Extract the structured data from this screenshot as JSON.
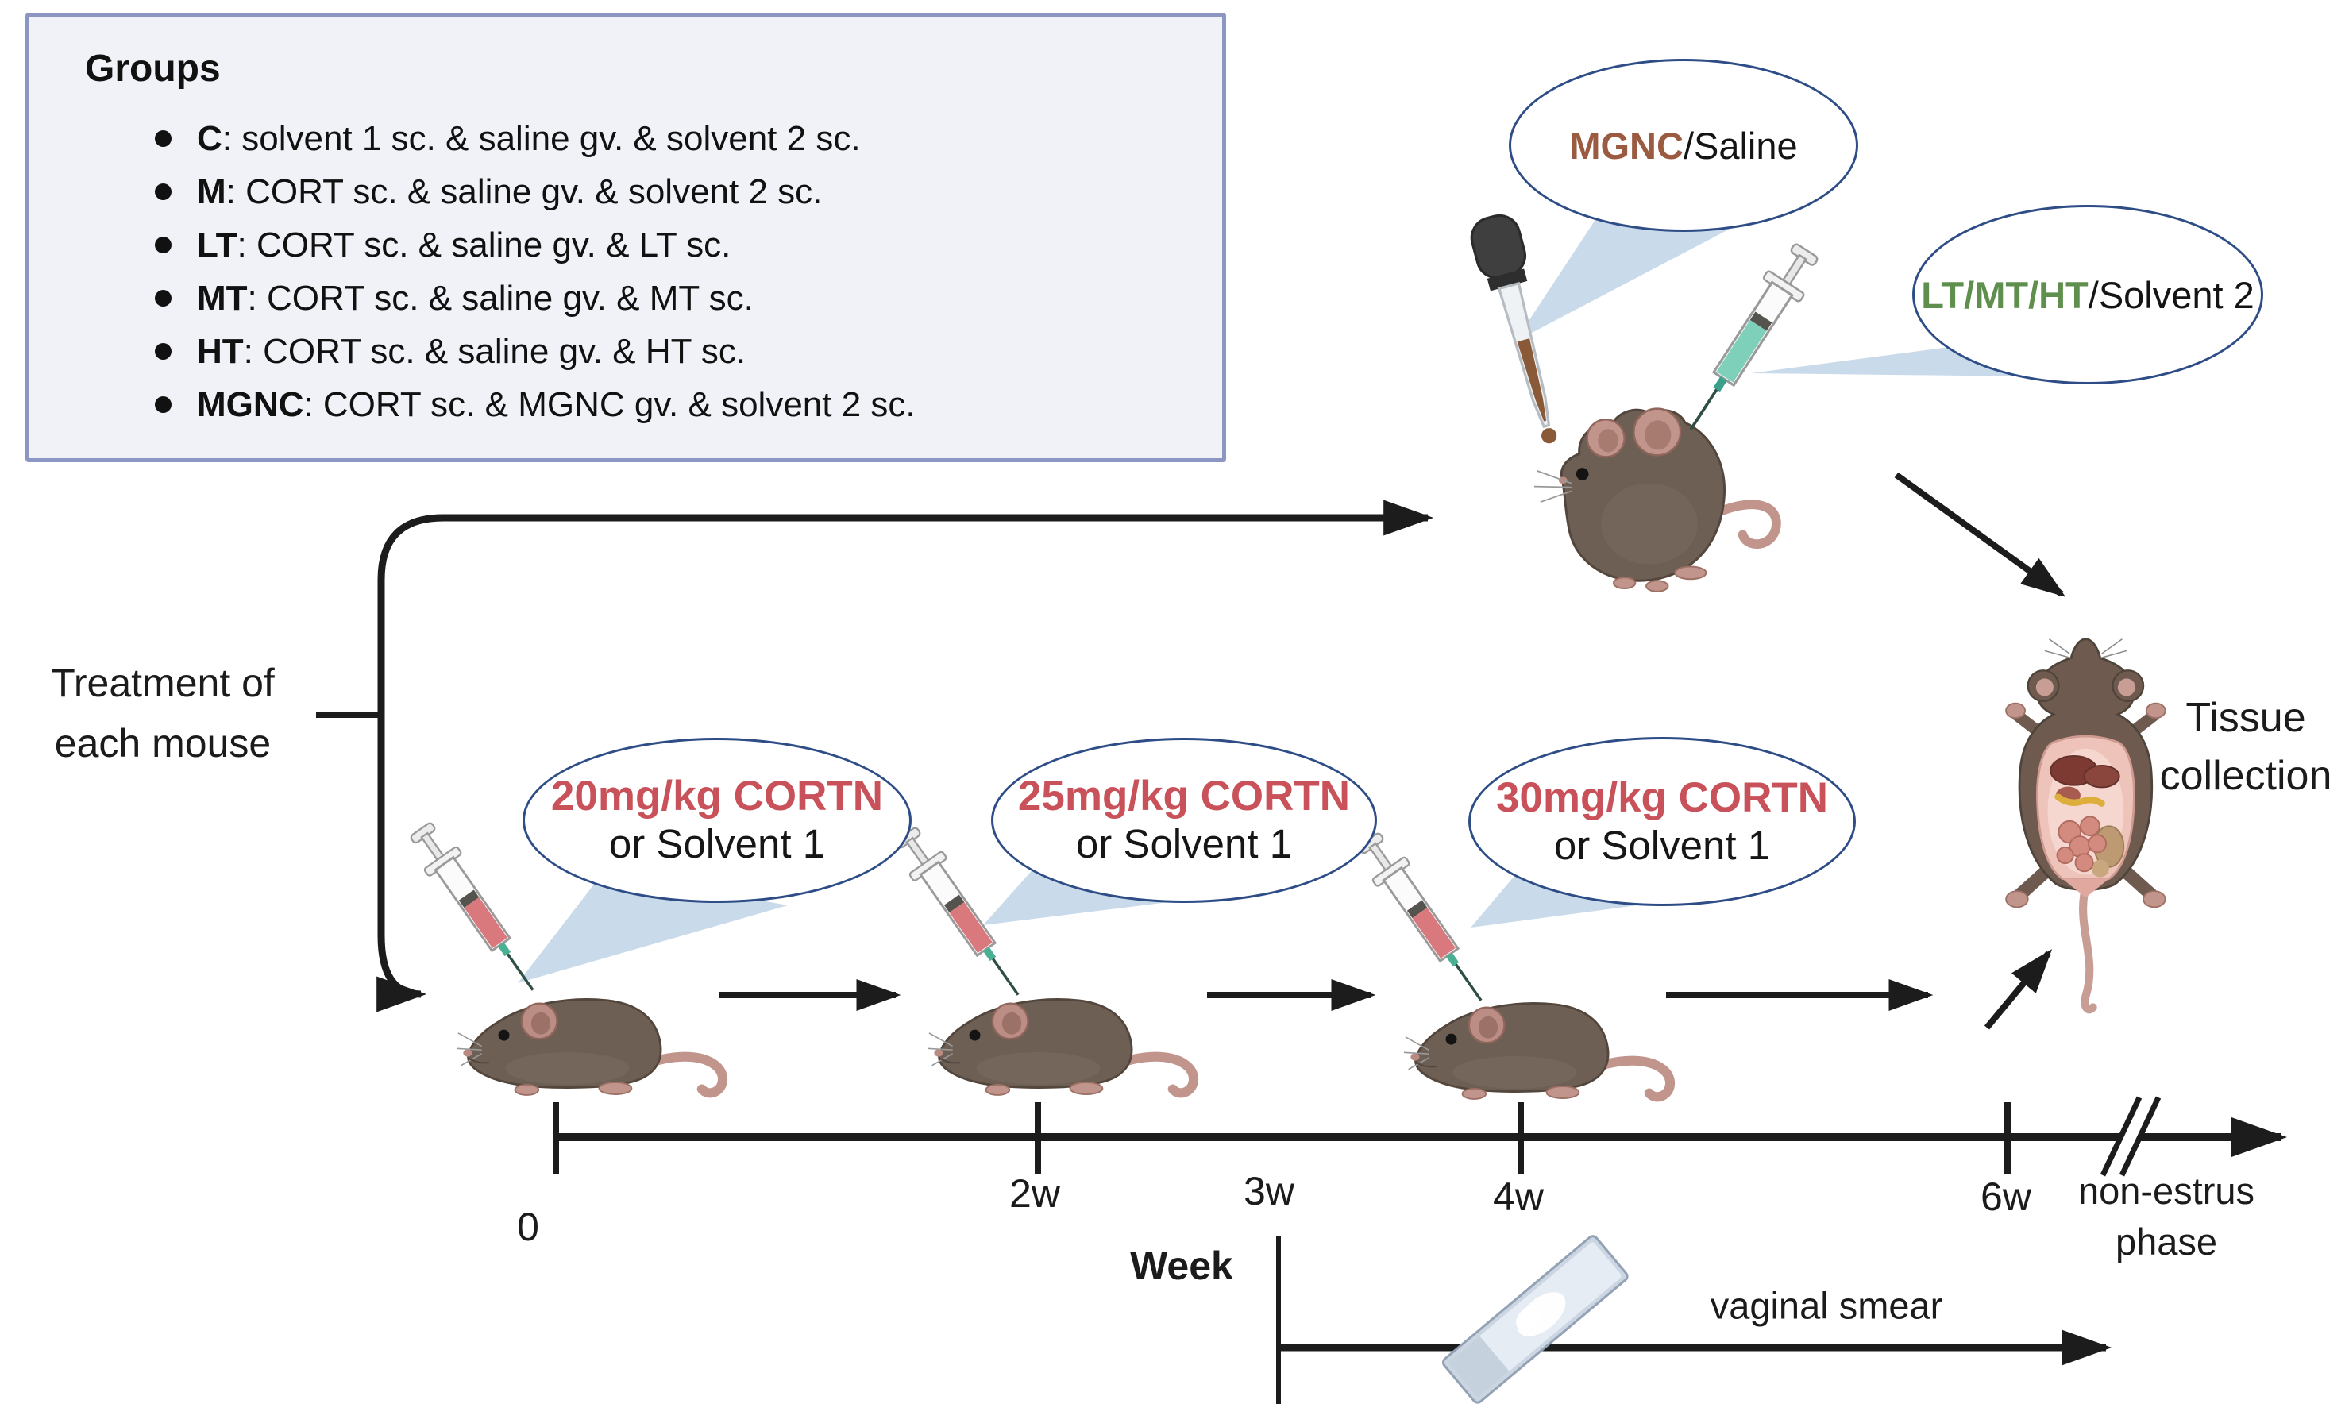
{
  "colors": {
    "accent_red": "#c8515a",
    "accent_green": "#5f8f4c",
    "accent_brown": "#9a5b40",
    "bubble_border": "#2e4d87",
    "callout_fill": "#c9daea",
    "box_border": "#8b96c2",
    "box_fill": "#f0f2f8",
    "line_color": "#1c1c1c"
  },
  "groups_box": {
    "title": "Groups",
    "items": [
      {
        "label": "C",
        "desc": ": solvent 1 sc. & saline gv. & solvent 2 sc."
      },
      {
        "label": "M",
        "desc": ": CORT sc. & saline gv. & solvent 2 sc."
      },
      {
        "label": "LT",
        "desc": ": CORT sc. & saline gv. & LT sc."
      },
      {
        "label": "MT",
        "desc": ": CORT sc. & saline gv. & MT sc."
      },
      {
        "label": "HT",
        "desc": ": CORT sc. & saline gv. & HT sc."
      },
      {
        "label": "MGNC",
        "desc": ": CORT sc. & MGNC gv. & solvent 2 sc."
      }
    ]
  },
  "treatment_label": {
    "line1": "Treatment of",
    "line2": "each mouse"
  },
  "top_bubbles": {
    "gavage": {
      "highlight": "MGNC",
      "rest": "/Saline"
    },
    "injection": {
      "highlight": "LT/MT/HT",
      "rest": "/Solvent 2"
    }
  },
  "dose_bubbles": [
    {
      "dose": "20mg/kg CORTN",
      "alt": "or Solvent 1"
    },
    {
      "dose": "25mg/kg CORTN",
      "alt": "or Solvent 1"
    },
    {
      "dose": "30mg/kg CORTN",
      "alt": "or Solvent 1"
    }
  ],
  "timeline": {
    "tick_labels": [
      "0",
      "2w",
      "3w",
      "4w",
      "6w"
    ],
    "end_line1": "non-estrus",
    "end_line2": "phase"
  },
  "week_axis": {
    "axis_label": "Week",
    "annotation": "vaginal smear"
  },
  "tissue_label": {
    "line1": "Tissue",
    "line2": "collection"
  },
  "icons": {
    "dropper-icon": "oral-gavage-dropper",
    "teal-syringe-icon": "subcutaneous-syringe",
    "red-syringe-icon": "cort-injection-syringe",
    "mouse-side-icon": "mouse-side-view",
    "mouse-standing-icon": "mouse-standing",
    "dissected-mouse-icon": "dissected-mouse-ventral",
    "microscope-slide-icon": "vaginal-smear-slide"
  }
}
